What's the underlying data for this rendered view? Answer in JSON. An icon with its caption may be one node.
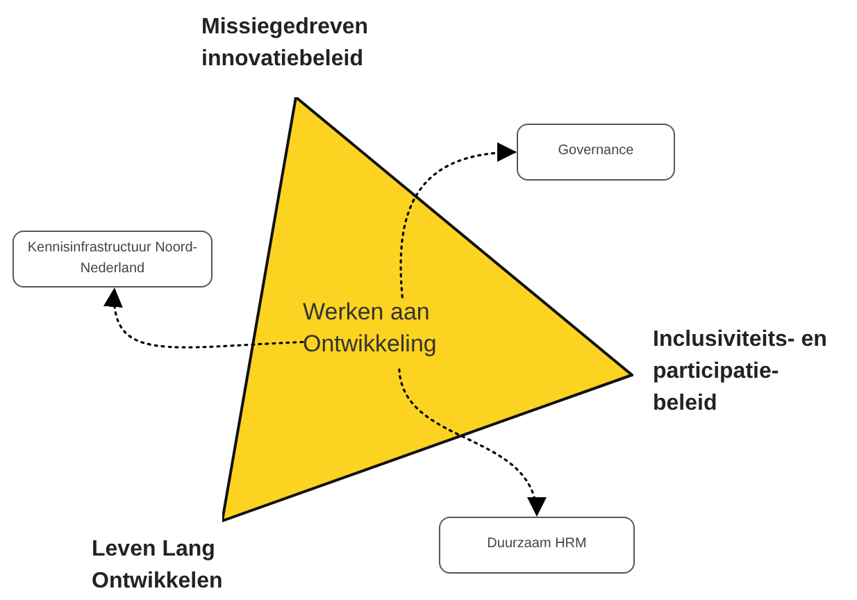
{
  "diagram": {
    "nodes": [
      {
        "text": [],
        "shape": "triangle",
        "beside": [
          "Missiegedreven innovatiebeleid",
          "Inclusiviteits- en participatie-beleid",
          "Leven Lang Ontwikkelen"
        ]
      },
      {
        "text": [
          "Werken aan Ontwikkeling"
        ],
        "in": 0
      },
      {
        "text": [
          "Governance"
        ]
      },
      {
        "text": [
          "Kennisinfrastructuur Noord-Nederland"
        ]
      },
      {
        "text": [
          "Duurzaam HRM"
        ]
      }
    ],
    "edges": [
      {
        "from": 1,
        "to": 2,
        "arrow": "to"
      },
      {
        "from": 1,
        "to": 3,
        "arrow": "to"
      },
      {
        "from": 1,
        "to": 4,
        "arrow": "to"
      }
    ]
  }
}
